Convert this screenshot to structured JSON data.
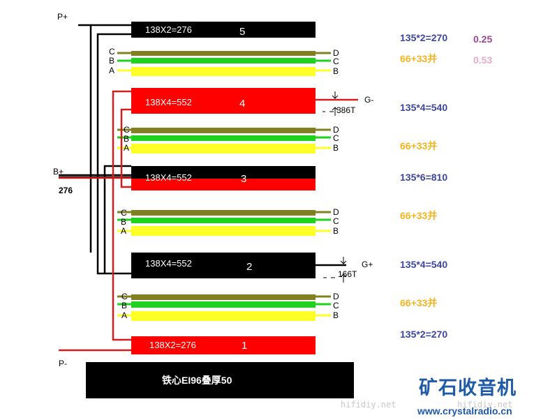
{
  "terminals": {
    "p_plus": "P+",
    "p_minus": "P-",
    "b_plus": "B+",
    "b_plus_value": "276",
    "g_minus": "G-",
    "g_plus": "G+"
  },
  "windings": {
    "w5": {
      "label": "138X2=276",
      "number": "5"
    },
    "w4": {
      "label": "138X4=552",
      "number": "4"
    },
    "w3": {
      "label": "138X4=552",
      "number": "3"
    },
    "w2": {
      "label": "138X4=552",
      "number": "2"
    },
    "w1": {
      "label": "138X2=276",
      "number": "1"
    }
  },
  "pins": {
    "a": "A",
    "b": "B",
    "c": "C",
    "d": "D"
  },
  "taps": {
    "g_minus": "386T",
    "g_plus": "166T"
  },
  "core": {
    "label": "铁心EI96叠厚50"
  },
  "right_notes": {
    "n1": "135*2=270",
    "n2": "66+33并",
    "n3": "135*4=540",
    "n4": "66+33并",
    "n5": "135*6=810",
    "n6": "66+33并",
    "n7": "135*4=540",
    "n8": "66+33并",
    "n9": "135*2=270"
  },
  "wire_sizes": {
    "top": "0.25",
    "second": "0.53"
  },
  "watermarks": {
    "left": "hifidiy.net",
    "right": "hifidiy.net"
  },
  "brand": {
    "name": "矿石收音机",
    "url": "www.crystalradio.cn"
  },
  "colors": {
    "black_winding": "#000000",
    "red_winding": "#ff0000",
    "wire_olive": "#808020",
    "wire_green": "#1ed21e",
    "wire_yellow": "#ffff28",
    "note_blue": "#3c46a0",
    "note_orange": "#f5b41e",
    "brand_blue": "#1e5aa8"
  }
}
